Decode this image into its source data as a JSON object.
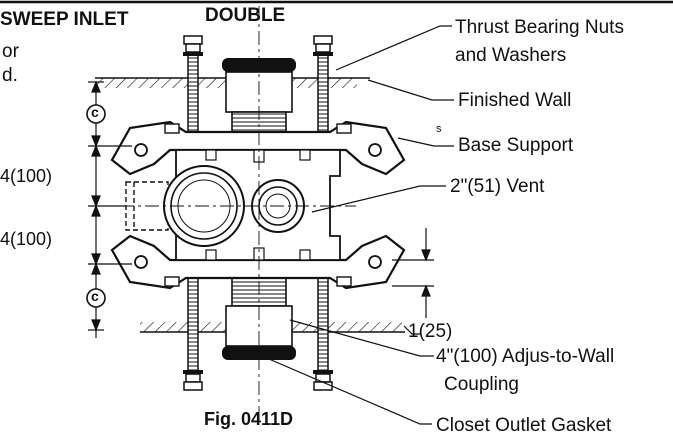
{
  "header": {
    "title_left": "SWEEP INLET",
    "title_right": "DOUBLE",
    "fragment_line1": "or",
    "fragment_line2": "d."
  },
  "callouts": {
    "thrust_line1": "Thrust Bearing Nuts",
    "thrust_line2": "and Washers",
    "finished_wall": "Finished Wall",
    "base_support": "Base Support",
    "base_support_mark": "s",
    "vent": "2\"(51) Vent",
    "offset_dim": "1(25)",
    "adjus_line1": "4\"(100) Adjus-to-Wall",
    "adjus_line2": "Coupling",
    "gasket": "Closet Outlet Gasket"
  },
  "dimensions": {
    "upper": "4(100)",
    "lower": "4(100)",
    "centerline_symbol": "c"
  },
  "figure": {
    "caption": "Fig. 0411D"
  },
  "colors": {
    "ink": "#111111",
    "paper": "#ffffff"
  }
}
